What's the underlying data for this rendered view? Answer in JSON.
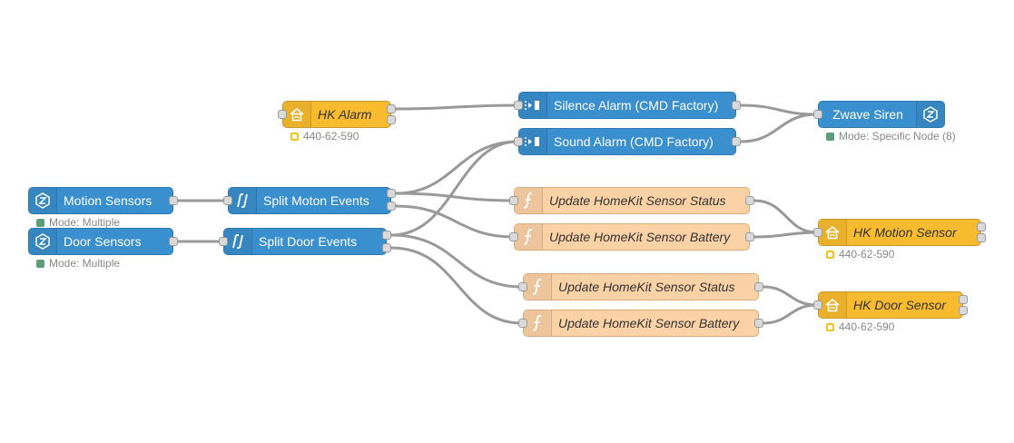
{
  "colors": {
    "zwave_node": "#3a8fce",
    "homekit_node": "#f8bb2f",
    "function_node": "#fbd2a6",
    "wire": "#999999",
    "status_green": "#5a9e7b",
    "status_yellow": "#f0c419"
  },
  "nodes": {
    "hk_alarm": {
      "label": "HK Alarm",
      "icon": "home-icon",
      "status": "440-62-590"
    },
    "silence_alarm": {
      "label": "Silence Alarm (CMD Factory)",
      "icon": "command-factory-icon"
    },
    "sound_alarm": {
      "label": "Sound Alarm (CMD Factory)",
      "icon": "command-factory-icon"
    },
    "zwave_siren": {
      "label": "Zwave Siren",
      "icon": "zwave-icon",
      "status": "Mode: Specific Node (8)"
    },
    "motion_sensors": {
      "label": "Motion Sensors",
      "icon": "zwave-icon",
      "status": "Mode: Multiple"
    },
    "door_sensors": {
      "label": "Door Sensors",
      "icon": "zwave-icon",
      "status": "Mode: Multiple"
    },
    "split_motion": {
      "label": "Split Moton Events",
      "icon": "split-icon"
    },
    "split_door": {
      "label": "Split Door Events",
      "icon": "split-icon"
    },
    "update_status_1": {
      "label": "Update HomeKit Sensor Status",
      "icon": "function-icon"
    },
    "update_battery_1": {
      "label": "Update HomeKit Sensor Battery",
      "icon": "function-icon"
    },
    "hk_motion": {
      "label": "HK Motion Sensor",
      "icon": "home-icon",
      "status": "440-62-590"
    },
    "update_status_2": {
      "label": "Update HomeKit Sensor Status",
      "icon": "function-icon"
    },
    "update_battery_2": {
      "label": "Update HomeKit Sensor Battery",
      "icon": "function-icon"
    },
    "hk_door": {
      "label": "HK Door Sensor",
      "icon": "home-icon",
      "status": "440-62-590"
    }
  }
}
